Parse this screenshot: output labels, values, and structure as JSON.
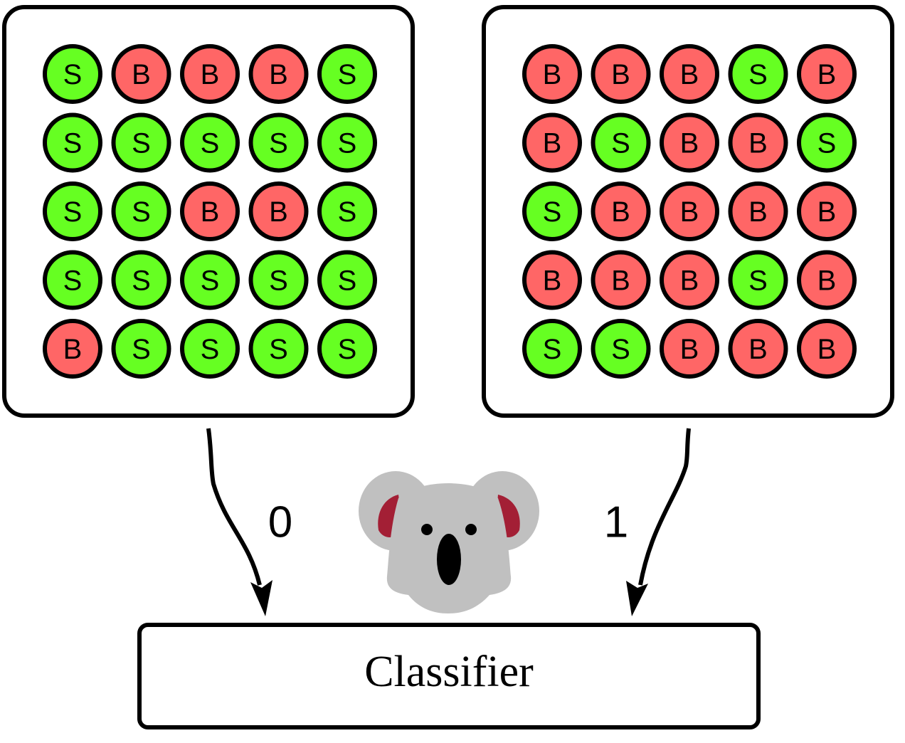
{
  "panels": [
    {
      "name": "left",
      "grid": [
        [
          "S",
          "B",
          "B",
          "B",
          "S"
        ],
        [
          "S",
          "S",
          "S",
          "S",
          "S"
        ],
        [
          "S",
          "S",
          "B",
          "B",
          "S"
        ],
        [
          "S",
          "S",
          "S",
          "S",
          "S"
        ],
        [
          "B",
          "S",
          "S",
          "S",
          "S"
        ]
      ]
    },
    {
      "name": "right",
      "grid": [
        [
          "B",
          "B",
          "B",
          "S",
          "B"
        ],
        [
          "B",
          "S",
          "B",
          "B",
          "S"
        ],
        [
          "S",
          "B",
          "B",
          "B",
          "B"
        ],
        [
          "B",
          "B",
          "B",
          "S",
          "B"
        ],
        [
          "S",
          "S",
          "B",
          "B",
          "B"
        ]
      ]
    }
  ],
  "colors": {
    "S": "#66ff22",
    "B": "#ff6666",
    "koala_fur": "#c0c0c0",
    "koala_ear": "#a31f35"
  },
  "arrows": {
    "left_label": "0",
    "right_label": "1"
  },
  "classifier": {
    "label": "Classifier"
  },
  "mascot": {
    "icon": "koala-icon"
  }
}
